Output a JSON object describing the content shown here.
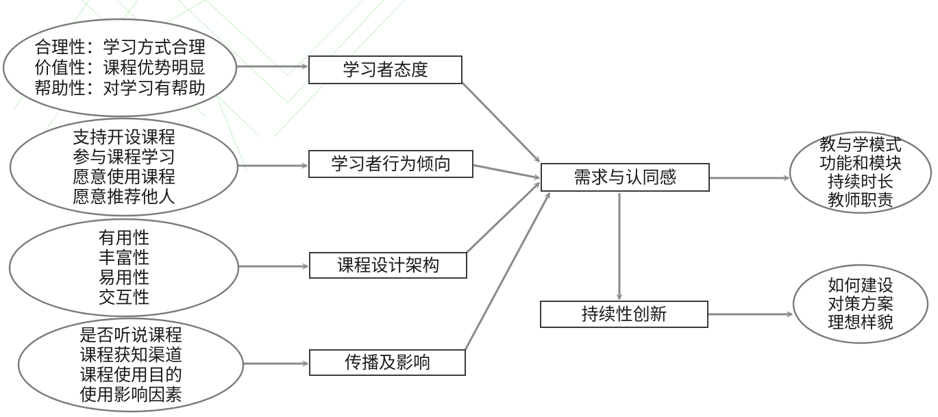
{
  "colors": {
    "background": "#ffffff",
    "edge": "#8a8a8a",
    "box_border": "#3a3a3a",
    "ellipse_border": "#7a7a7a",
    "text": "#1a1a1a",
    "watermark": "#c8f0c8"
  },
  "sources": [
    {
      "id": "src-attitude",
      "lines": [
        "合理性：学习方式合理",
        "价值性：课程优势明显",
        "帮助性：对学习有帮助"
      ],
      "target": "attitude"
    },
    {
      "id": "src-behavior",
      "lines": [
        "支持开设课程",
        "参与课程学习",
        "愿意使用课程",
        "愿意推荐他人"
      ],
      "target": "behavior"
    },
    {
      "id": "src-design",
      "lines": [
        "有用性",
        "丰富性",
        "易用性",
        "交互性"
      ],
      "target": "design"
    },
    {
      "id": "src-spread",
      "lines": [
        "是否听说课程",
        "课程获知渠道",
        "课程使用目的",
        "使用影响因素"
      ],
      "target": "spread"
    }
  ],
  "factors": [
    {
      "id": "attitude",
      "label": "学习者态度"
    },
    {
      "id": "behavior",
      "label": "学习者行为倾向"
    },
    {
      "id": "design",
      "label": "课程设计架构"
    },
    {
      "id": "spread",
      "label": "传播及影响"
    }
  ],
  "core": {
    "id": "core",
    "label": "需求与认同感"
  },
  "innovation": {
    "id": "innovation",
    "label": "持续性创新"
  },
  "outcomes": [
    {
      "id": "out-model",
      "lines": [
        "教与学模式",
        "功能和模块",
        "持续时长",
        "教师职责"
      ],
      "from": "core"
    },
    {
      "id": "out-build",
      "lines": [
        "如何建设",
        "对策方案",
        "理想样貌"
      ],
      "from": "innovation"
    }
  ],
  "edges": [
    {
      "from": "src-attitude",
      "to": "attitude"
    },
    {
      "from": "src-behavior",
      "to": "behavior"
    },
    {
      "from": "src-design",
      "to": "design"
    },
    {
      "from": "src-spread",
      "to": "spread"
    },
    {
      "from": "attitude",
      "to": "core"
    },
    {
      "from": "behavior",
      "to": "core"
    },
    {
      "from": "design",
      "to": "core"
    },
    {
      "from": "spread",
      "to": "core"
    },
    {
      "from": "core",
      "to": "out-model"
    },
    {
      "from": "core",
      "to": "innovation"
    },
    {
      "from": "innovation",
      "to": "out-build"
    }
  ]
}
